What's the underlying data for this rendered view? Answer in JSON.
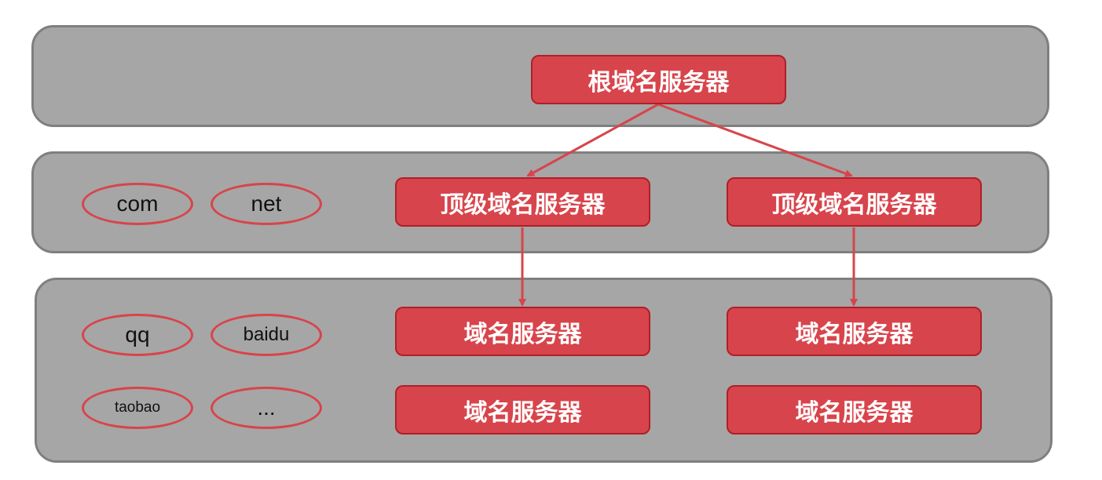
{
  "colors": {
    "tier_fill": "#a6a6a6",
    "tier_border": "#7f7f7f",
    "server_fill": "#d8444b",
    "server_border": "#b01f28",
    "arrow": "#d8444b"
  },
  "root": {
    "server_label": "根域名服务器"
  },
  "tld": {
    "domains": [
      "com",
      "net"
    ],
    "servers": [
      "顶级域名服务器",
      "顶级域名服务器"
    ]
  },
  "sld": {
    "domains": [
      "qq",
      "baidu",
      "taobao",
      "..."
    ],
    "servers": [
      "域名服务器",
      "域名服务器",
      "域名服务器",
      "域名服务器"
    ]
  }
}
